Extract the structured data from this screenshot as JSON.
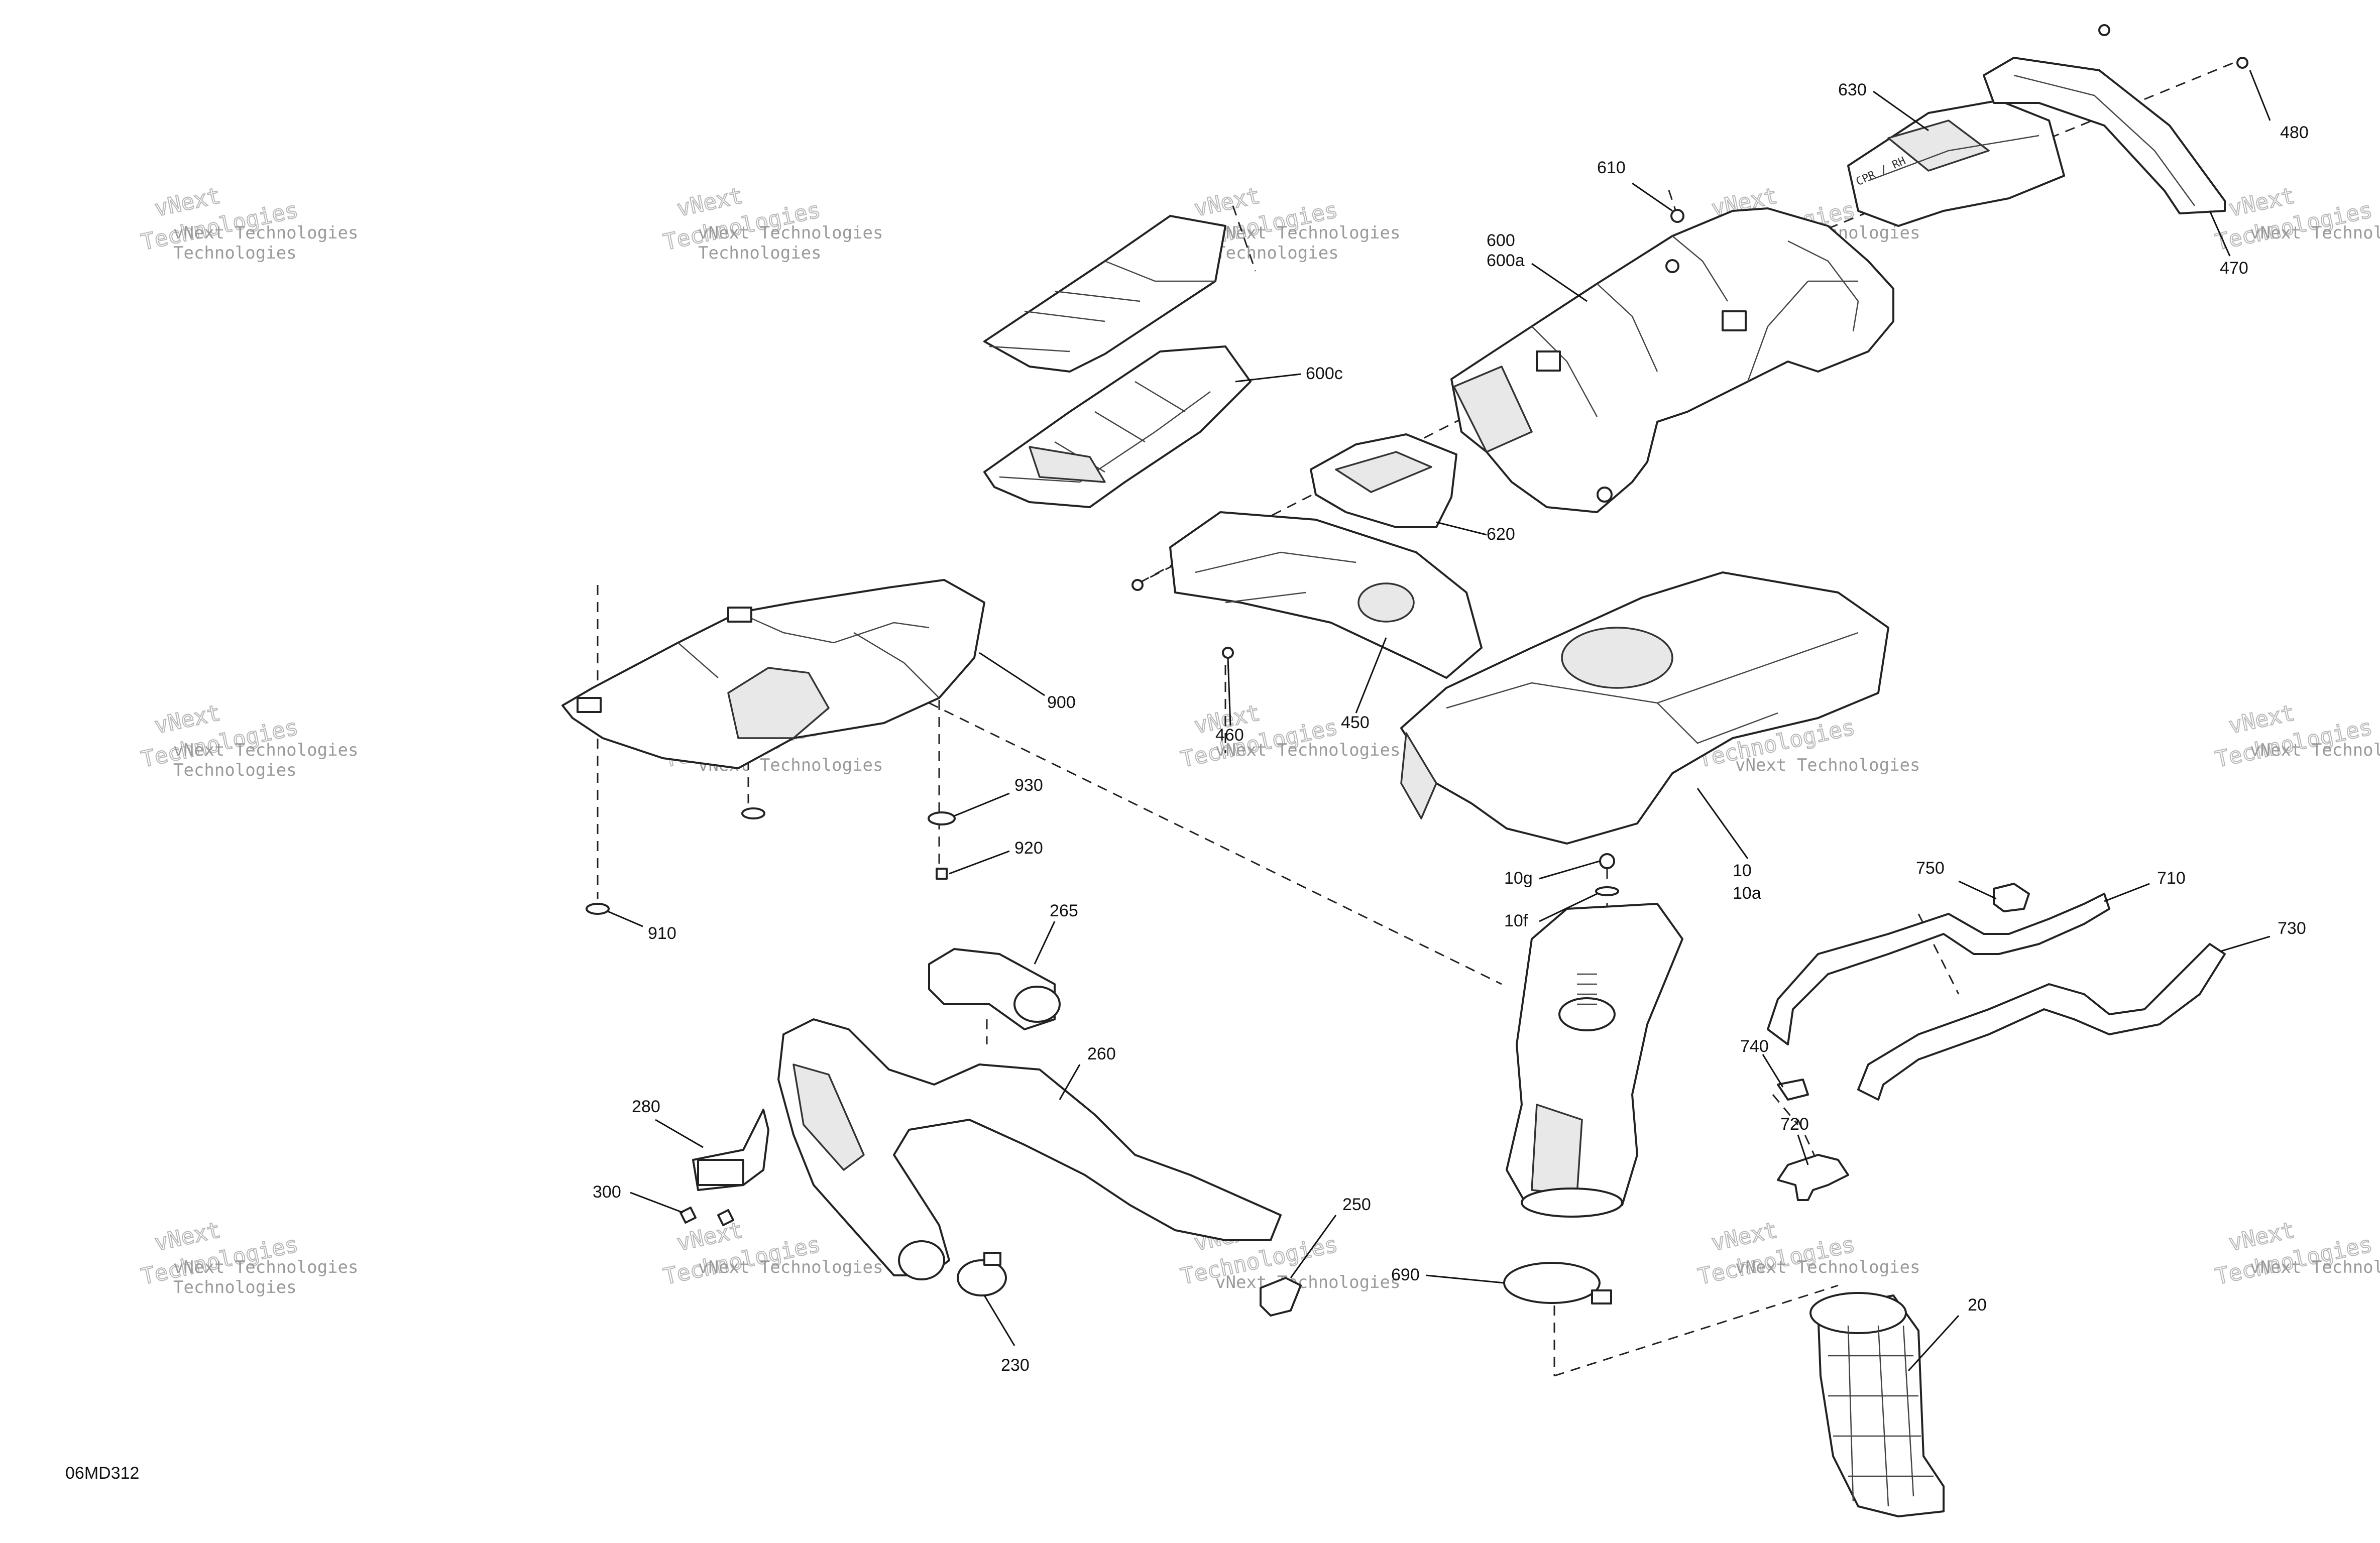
{
  "diagram_code": "06MD312",
  "watermark": {
    "line1": "vNext Technologies",
    "big1": "vNext",
    "big2": "Technologies"
  },
  "callouts": {
    "c10": "10",
    "c10a": "10a",
    "c10f": "10f",
    "c10g": "10g",
    "c20": "20",
    "c230": "230",
    "c250": "250",
    "c260": "260",
    "c265": "265",
    "c280": "280",
    "c300": "300",
    "c450": "450",
    "c460": "460",
    "c470": "470",
    "c480": "480",
    "c600": "600",
    "c600a": "600a",
    "c600c": "600c",
    "c610": "610",
    "c620": "620",
    "c630": "630",
    "c690": "690",
    "c710": "710",
    "c720": "720",
    "c730": "730",
    "c740": "740",
    "c750": "750",
    "c900": "900",
    "c910": "910",
    "c920": "920",
    "c930": "930"
  }
}
